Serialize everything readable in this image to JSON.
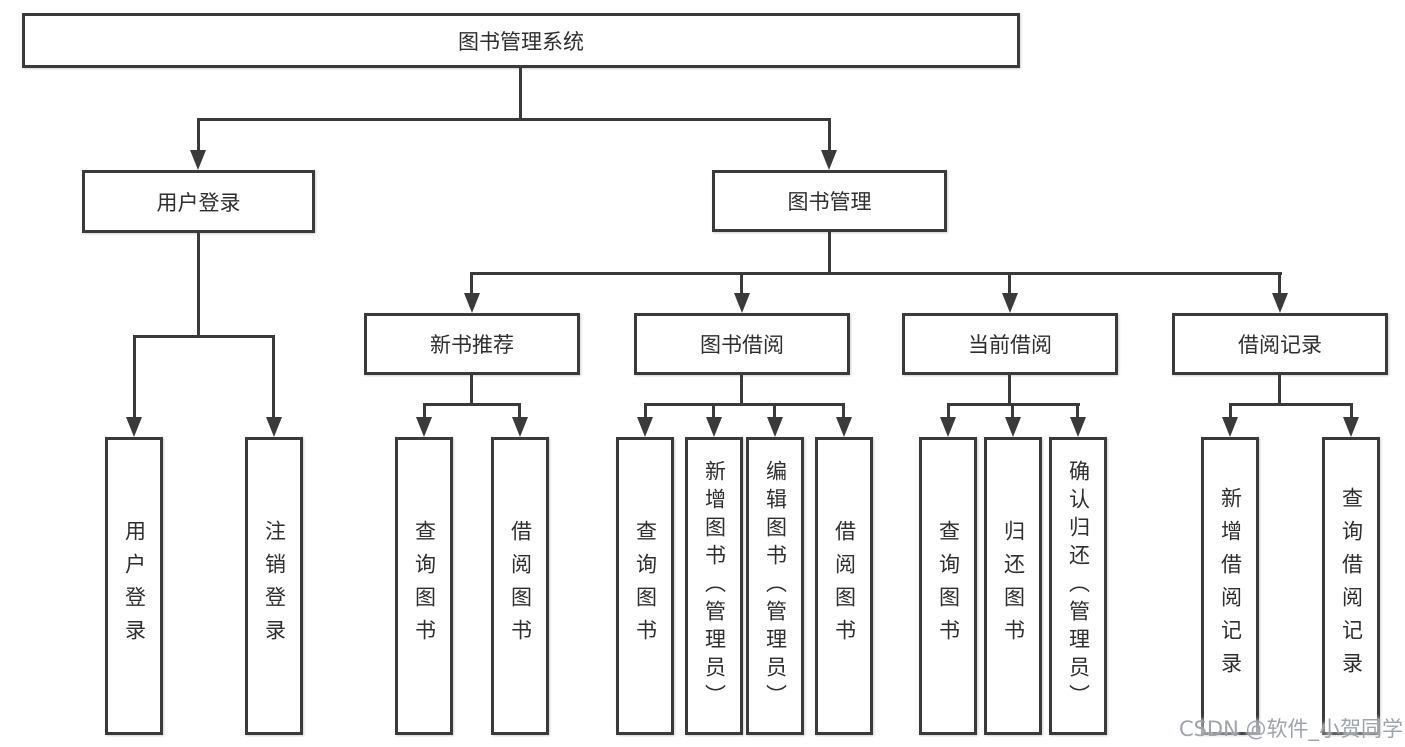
{
  "diagram": {
    "title": "图书管理系统",
    "root": {
      "label": "图书管理系统"
    },
    "branches": [
      {
        "label": "用户登录",
        "children": [
          "用户登录",
          "注销登录"
        ]
      },
      {
        "label": "图书管理",
        "children": [
          {
            "label": "新书推荐",
            "children": [
              "查询图书",
              "借阅图书"
            ]
          },
          {
            "label": "图书借阅",
            "children": [
              "查询图书",
              "新增图书（管理员）",
              "编辑图书（管理员）",
              "借阅图书"
            ]
          },
          {
            "label": "当前借阅",
            "children": [
              "查询图书",
              "归还图书",
              "确认归还（管理员）"
            ]
          },
          {
            "label": "借阅记录",
            "children": [
              "新增借阅记录",
              "查询借阅记录"
            ]
          }
        ]
      }
    ]
  },
  "colors": {
    "line": "#3a3a3a",
    "text": "#2e2e2e",
    "background": "#ffffff",
    "watermark": "#9a9fa8"
  },
  "watermark": {
    "text": "CSDN @软件_小贺同学"
  }
}
